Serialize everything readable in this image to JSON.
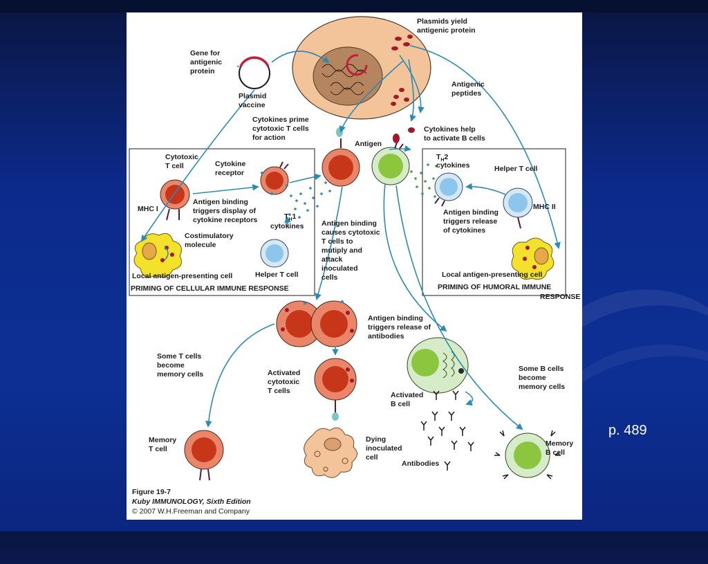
{
  "slide": {
    "page_ref": "p. 489",
    "background_color": "#0c2a8a",
    "accent_color": "#1a8ac0"
  },
  "figure": {
    "labels": {
      "plasmids_yield": [
        "Plasmids yield",
        "antigenic protein"
      ],
      "gene_for": [
        "Gene for",
        "antigenic",
        "protein"
      ],
      "plasmid_vaccine": [
        "Plasmid",
        "vaccine"
      ],
      "antigenic_peptides": [
        "Antigenic",
        "peptides"
      ],
      "cytokines_prime": [
        "Cytokines prime",
        "cytotoxic T cells",
        "for action"
      ],
      "antigen": "Antigen",
      "cytokines_help": [
        "Cytokines help",
        "to activate B cells"
      ],
      "cytotoxic_t_cell": [
        "Cytotoxic",
        "T cell"
      ],
      "cytokine_receptor": [
        "Cytokine",
        "receptor"
      ],
      "antigen_binding_triggers_display": [
        "Antigen binding",
        "triggers display of",
        "cytokine receptors"
      ],
      "mhc_i": "MHC I",
      "costimulatory": [
        "Costimulatory",
        "molecule"
      ],
      "th1_t": "T",
      "th1_sub": "H",
      "th1_num": "1",
      "th1_cytokines": "cytokines",
      "helper_t_cell_left": "Helper T cell",
      "local_apc_left": "Local antigen-presenting cell",
      "priming_cellular": "PRIMING OF CELLULAR IMMUNE RESPONSE",
      "antigen_binding_causes": [
        "Antigen binding",
        "causes cytotoxic",
        "T cells to",
        "mutiply and",
        "attack",
        "inoculated",
        "cells"
      ],
      "th2_t": "T",
      "th2_sub": "H",
      "th2_num": "2",
      "th2_cytokines": "cytokines",
      "helper_t_cell_right": "Helper T cell",
      "mhc_ii": "MHC II",
      "antigen_binding_release_cytokines": [
        "Antigen binding",
        "triggers release",
        "of cytokines"
      ],
      "local_apc_right": "Local antigen-presenting cell",
      "priming_humoral": [
        "PRIMING OF HUMORAL IMMUNE",
        "RESPONSE"
      ],
      "antigen_binding_release_antibodies": [
        "Antigen binding",
        "triggers release of",
        "antibodies"
      ],
      "some_t_cells": [
        "Some T cells",
        "become",
        "memory cells"
      ],
      "activated_cytotoxic": [
        "Activated",
        "cytotoxic",
        "T cells"
      ],
      "activated_b_cell": [
        "Activated",
        "B cell"
      ],
      "some_b_cells": [
        "Some B cells",
        "become",
        "memory cells"
      ],
      "memory_t_cell": [
        "Memory",
        "T cell"
      ],
      "dying_inoculated": [
        "Dying",
        "inoculated",
        "cell"
      ],
      "antibodies": "Antibodies",
      "memory_b_cell": [
        "Memory",
        "B cell"
      ]
    },
    "caption": {
      "figure_num": "Figure 19-7",
      "book": "Kuby IMMUNOLOGY, Sixth Edition",
      "copyright": "© 2007 W.H.Freeman and Company"
    },
    "colors": {
      "t_cell_fill": "#e9866a",
      "t_cell_nucleus": "#c8361a",
      "b_cell_fill": "#d6ecc8",
      "b_cell_nucleus": "#8cc63e",
      "helper_fill": "#d6e8f6",
      "helper_nucleus": "#8cc6ec",
      "apc_fill": "#f4e12c",
      "arrow_color": "#2a8ab8",
      "big_cell_fill": "#f3c39a"
    }
  }
}
